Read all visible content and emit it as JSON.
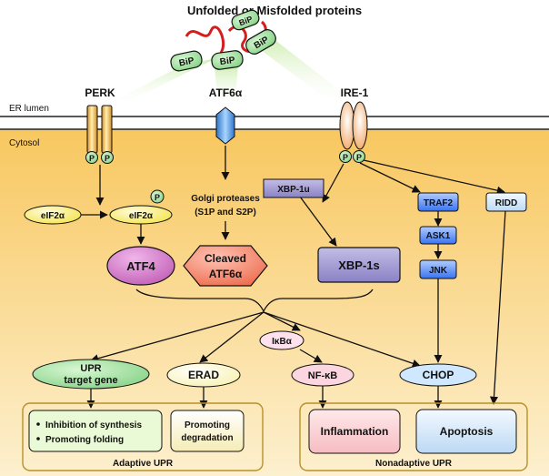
{
  "title": "Unfolded or Misfolded proteins",
  "regions": {
    "er_lumen": "ER lumen",
    "cytosol": "Cytosol"
  },
  "bip": [
    "BiP",
    "BiP",
    "BiP",
    "BiP"
  ],
  "sensors": {
    "perk": "PERK",
    "atf6": "ATF6α",
    "ire1": "IRE-1"
  },
  "phospho": "P",
  "nodes": {
    "eif2a": "eIF2α",
    "eif2a_p": "eIF2α",
    "golgi_line1": "Golgi proteases",
    "golgi_line2": "(S1P and S2P)",
    "xbp1u": "XBP-1u",
    "traf2": "TRAF2",
    "ridd": "RIDD",
    "ask1": "ASK1",
    "jnk": "JNK",
    "atf4": "ATF4",
    "cleaved_line1": "Cleaved",
    "cleaved_line2": "ATF6α",
    "xbp1s": "XBP-1s",
    "ikba": "IκBα",
    "upr_line1": "UPR",
    "upr_line2": "target gene",
    "erad": "ERAD",
    "nfkb": "NF-κB",
    "chop": "CHOP",
    "inhibition": "Inhibition of synthesis",
    "folding": "Promoting folding",
    "degradation_line1": "Promoting",
    "degradation_line2": "degradation",
    "inflammation": "Inflammation",
    "apoptosis": "Apoptosis"
  },
  "groups": {
    "adaptive": "Adaptive UPR",
    "nonadaptive": "Nonadaptive UPR"
  }
}
